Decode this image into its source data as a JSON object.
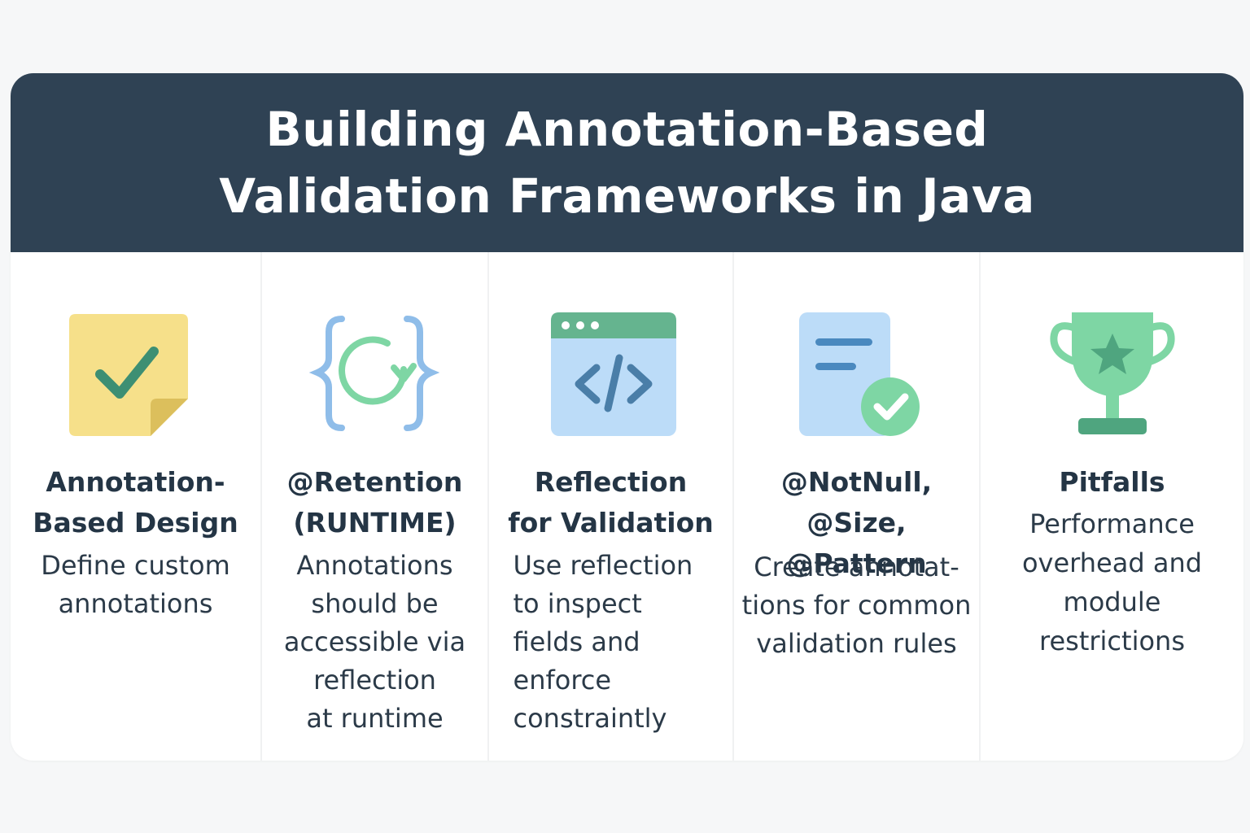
{
  "header": {
    "title": "Building Annotation-Based Validation Frameworks in Java"
  },
  "columns": [
    {
      "icon": "sticky-note-checkmark-icon",
      "title": "Annotation-\nBased Design",
      "description": "Define custom\nannotations"
    },
    {
      "icon": "braces-refresh-icon",
      "title": "@Retention\n(RUNTIME)",
      "description": "Annotations\nshould be\naccessible via\nreflection\nat runtime"
    },
    {
      "icon": "browser-code-icon",
      "title": "Reflection\nfor Validation",
      "description": "Use reflection\nto inspect\nfields and\nenforce\nconstraintly"
    },
    {
      "icon": "document-checkmark-icon",
      "title": "@NotNull,\n@Size, @Pattern",
      "description": "Create annotat-\ntions for common\nvalidation rules"
    },
    {
      "icon": "trophy-star-icon",
      "title": "Pitfalls",
      "description": "Performance\noverhead and\nmodule\nrestrictions"
    }
  ],
  "colors": {
    "header_bg": "#2f4254",
    "yellow": "#f6e08a",
    "yellow_fold": "#dcbf5c",
    "green": "#7ed6a4",
    "dark_green": "#3d9a7a",
    "blue": "#8fbde9",
    "light_blue": "#bcdcf8",
    "browser_bar": "#65b48f"
  }
}
